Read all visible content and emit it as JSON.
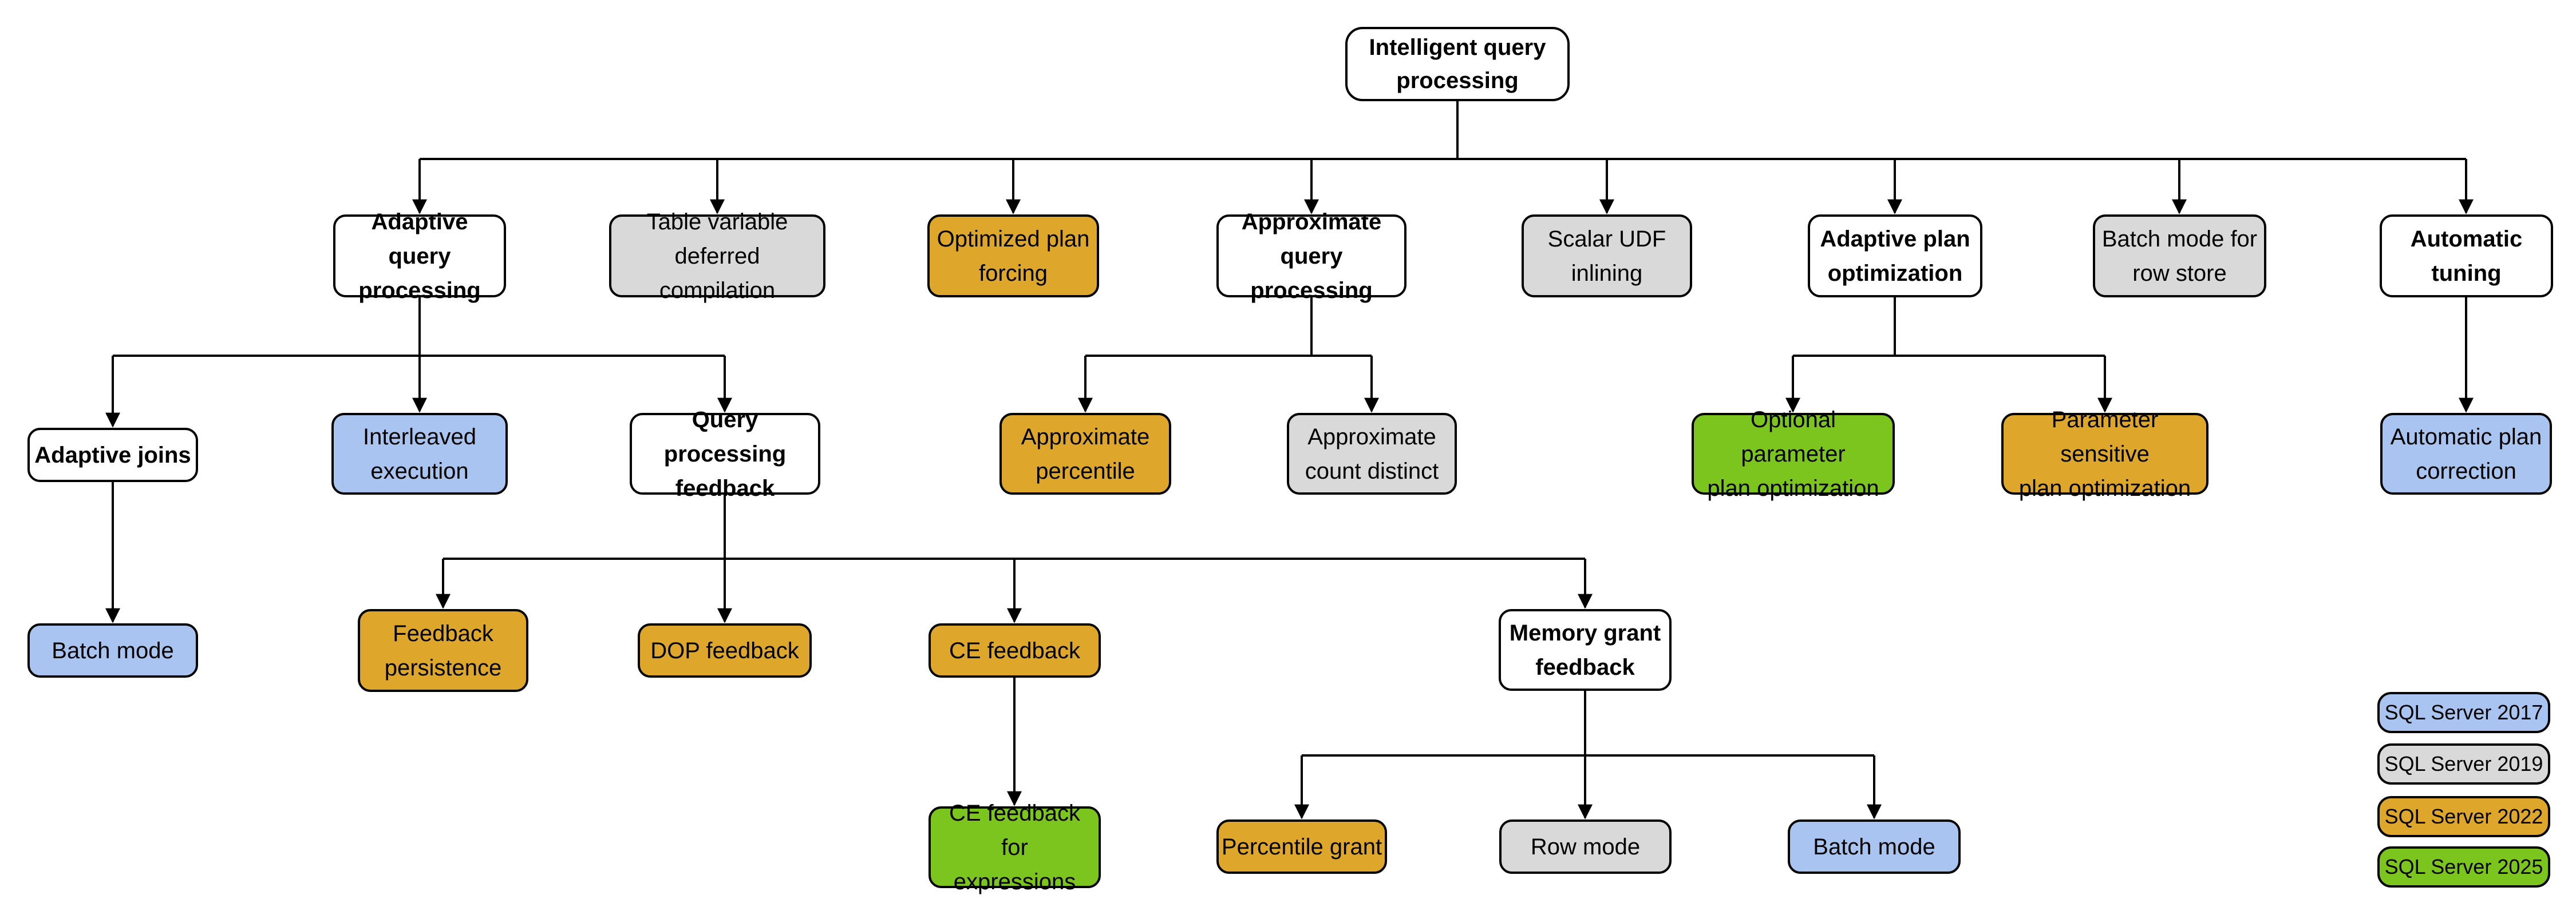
{
  "colors": {
    "2017": "#a9c4f0",
    "2019": "#d9d9d9",
    "2022": "#dea72c",
    "2025": "#7cc51f",
    "none": "#ffffff"
  },
  "nodes": [
    {
      "label": "Intelligent query\nprocessing",
      "version": "none"
    },
    {
      "label": "Adaptive query\nprocessing",
      "version": "none"
    },
    {
      "label": "Table variable\ndeferred compilation",
      "version": "2019"
    },
    {
      "label": "Optimized plan\nforcing",
      "version": "2022"
    },
    {
      "label": "Approximate\nquery processing",
      "version": "none"
    },
    {
      "label": "Scalar UDF\ninlining",
      "version": "2019"
    },
    {
      "label": "Adaptive plan\noptimization",
      "version": "none"
    },
    {
      "label": "Batch mode for\nrow store",
      "version": "2019"
    },
    {
      "label": "Automatic\ntuning",
      "version": "none"
    },
    {
      "label": "Adaptive joins",
      "version": "none"
    },
    {
      "label": "Interleaved\nexecution",
      "version": "2017"
    },
    {
      "label": "Query processing\nfeedback",
      "version": "none"
    },
    {
      "label": "Approximate\npercentile",
      "version": "2022"
    },
    {
      "label": "Approximate\ncount distinct",
      "version": "2019"
    },
    {
      "label": "Optional parameter\nplan optimization",
      "version": "2025"
    },
    {
      "label": "Parameter sensitive\nplan optimization",
      "version": "2022"
    },
    {
      "label": "Automatic plan\ncorrection",
      "version": "2017"
    },
    {
      "label": "Batch mode",
      "version": "2017"
    },
    {
      "label": "Feedback\npersistence",
      "version": "2022"
    },
    {
      "label": "DOP feedback",
      "version": "2022"
    },
    {
      "label": "CE feedback",
      "version": "2022"
    },
    {
      "label": "Memory grant\nfeedback",
      "version": "none"
    },
    {
      "label": "CE feedback for\nexpressions",
      "version": "2025"
    },
    {
      "label": "Percentile grant",
      "version": "2022"
    },
    {
      "label": "Row mode",
      "version": "2019"
    },
    {
      "label": "Batch mode",
      "version": "2017"
    }
  ],
  "legend": {
    "items": [
      {
        "label": "SQL Server 2017",
        "version": "2017"
      },
      {
        "label": "SQL Server 2019",
        "version": "2019"
      },
      {
        "label": "SQL Server 2022",
        "version": "2022"
      },
      {
        "label": "SQL Server 2025",
        "version": "2025"
      }
    ]
  }
}
